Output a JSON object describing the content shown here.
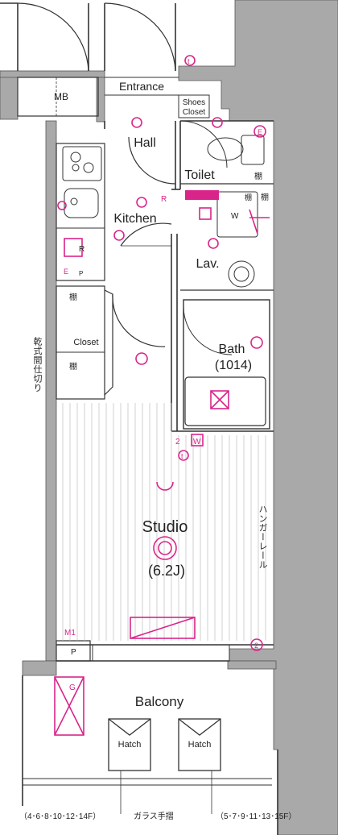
{
  "rooms": {
    "mb": "MB",
    "entrance": "Entrance",
    "shoes_closet_1": "Shoes",
    "shoes_closet_2": "Closet",
    "hall": "Hall",
    "toilet": "Toilet",
    "kitchen": "Kitchen",
    "lav": "Lav.",
    "closet": "Closet",
    "bath": "Bath",
    "bath_size": "(1014)",
    "studio": "Studio",
    "studio_size": "(6.2J)",
    "balcony": "Balcony",
    "hatch_left": "Hatch",
    "hatch_right": "Hatch"
  },
  "small_labels": {
    "shelf_a": "棚",
    "shelf_b": "棚",
    "shelf_c": "棚",
    "shelf_toilet": "棚",
    "shelf_lav": "棚",
    "washer": "W",
    "refrigerator": "R",
    "pipe_left": "P",
    "pipe_bottom": "P",
    "outlet_r": "R",
    "e_upper": "E",
    "e_left": "E",
    "t_top": "t",
    "t_studio": "t",
    "w_studio": "W",
    "two_studio": "2",
    "two_bottom": "2",
    "m1": "M1",
    "g": "G"
  },
  "side_notes": {
    "drywall": "乾式間仕切り",
    "hanger_rail": "ハンガーレール"
  },
  "footer": {
    "left_floors": "（4･6･8･10･12･14F）",
    "center": "ガラス手摺",
    "right_floors": "（5･7･9･11･13･15F）"
  },
  "colors": {
    "wall": "#a9a9a9",
    "line": "#333333",
    "equipment": "#d9258a"
  }
}
